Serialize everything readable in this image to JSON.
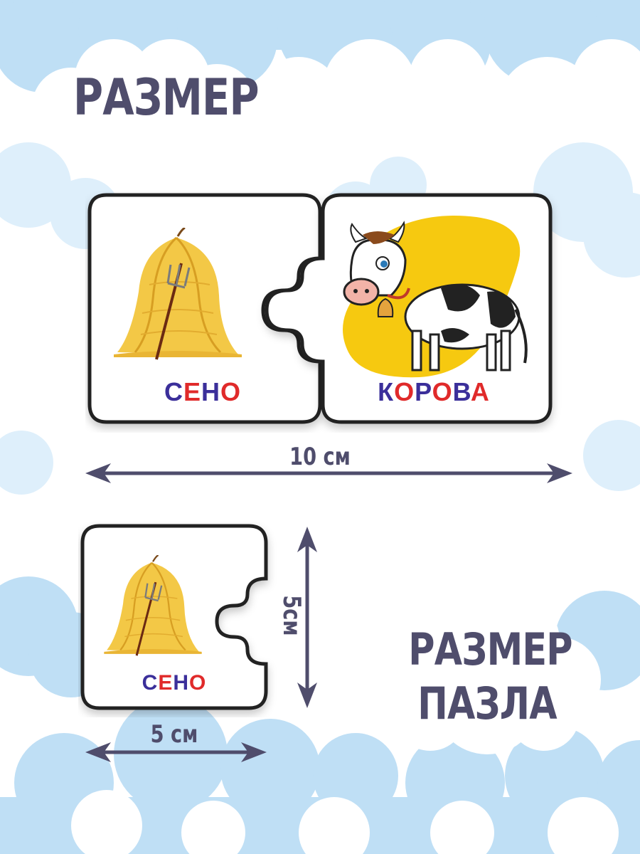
{
  "badge_top": {
    "text": "РАЗМЕР"
  },
  "badge_bottom": {
    "line1": "РАЗМЕР",
    "line2": "ПАЗЛА"
  },
  "puzzle_pair": {
    "left_word": [
      "С",
      "Е",
      "Н",
      "О"
    ],
    "right_word": [
      "К",
      "О",
      "Р",
      "О",
      "В",
      "А"
    ],
    "width_label": "10 см"
  },
  "single_piece": {
    "word": [
      "С",
      "Е",
      "Н",
      "О"
    ],
    "width_label": "5 см",
    "height_label": "5см"
  },
  "colors": {
    "letter_blue": "#3b2f9a",
    "letter_red": "#e02a2a",
    "title": "#4f4d6c",
    "sky_cloud": "#b9dcf4",
    "cow_blob": "#f6c910"
  }
}
